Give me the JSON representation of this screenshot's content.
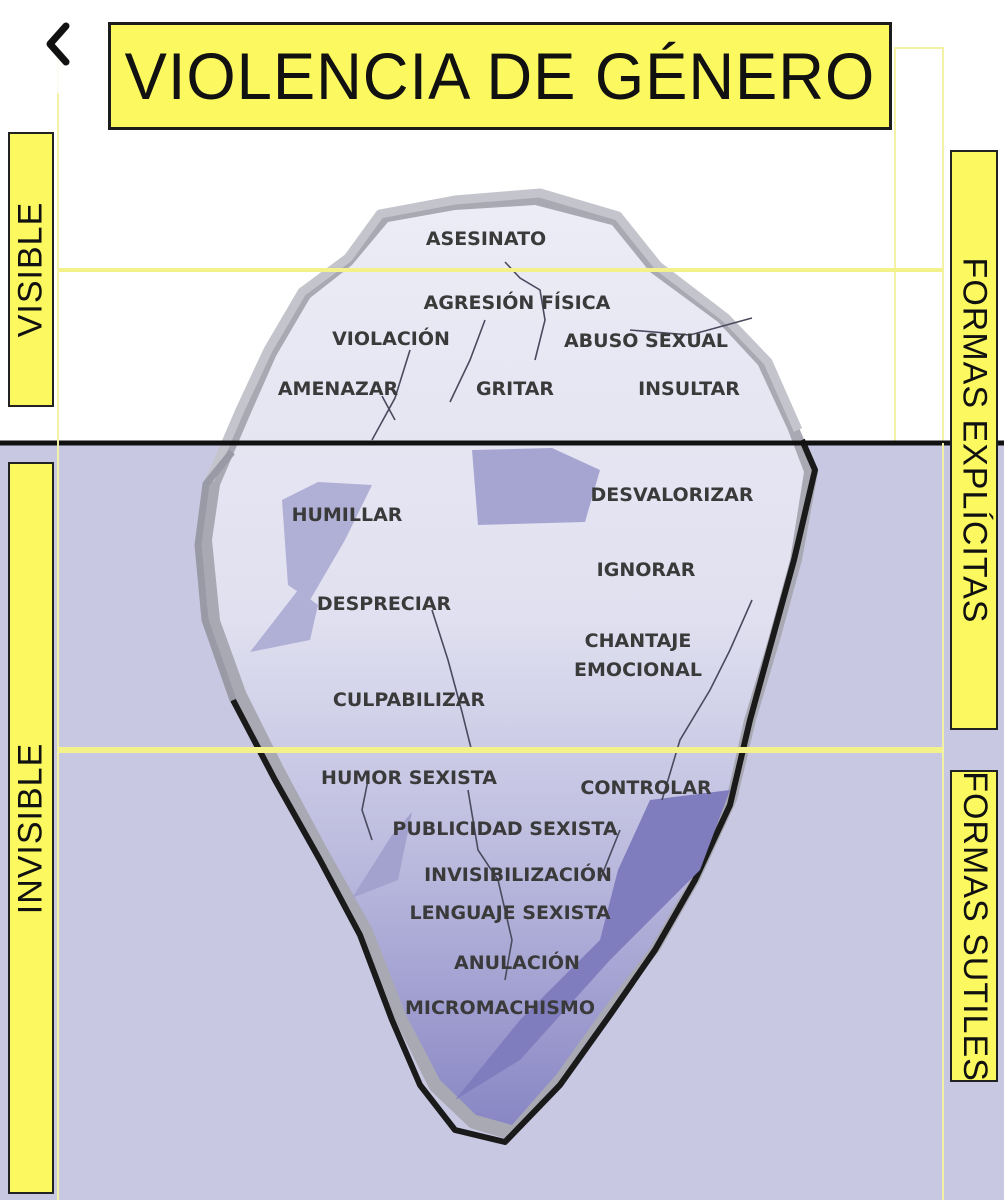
{
  "title": "VIOLENCIA DE GÉNERO",
  "left_labels": {
    "visible": "VISIBLE",
    "invisible": "INVISIBLE"
  },
  "right_labels": {
    "explicit": "FORMAS EXPLÍCITAS",
    "subtle": "FORMAS SUTILES"
  },
  "iceberg": {
    "asesinato": "ASESINATO",
    "agresion_fisica": "AGRESIÓN FÍSICA",
    "violacion": "VIOLACIÓN",
    "abuso_sexual": "ABUSO SEXUAL",
    "amenazar": "AMENAZAR",
    "gritar": "GRITAR",
    "insultar": "INSULTAR",
    "humillar": "HUMILLAR",
    "desvalorizar": "DESVALORIZAR",
    "ignorar": "IGNORAR",
    "despreciar": "DESPRECIAR",
    "chantaje_1": "CHANTAJE",
    "chantaje_2": "EMOCIONAL",
    "culpabilizar": "CULPABILIZAR",
    "humor_sexista": "HUMOR SEXISTA",
    "controlar": "CONTROLAR",
    "publicidad_sexista": "PUBLICIDAD SEXISTA",
    "invisibilizacion": "INVISIBILIZACIÓN",
    "lenguaje_sexista": "LENGUAJE SEXISTA",
    "anulacion": "ANULACIÓN",
    "micromachismo": "MICROMACHISMO"
  },
  "colors": {
    "yellow": "#fbf95f",
    "water": "#c9c8e2",
    "ice_light": "#e8e8f4",
    "ice_deep": "#8a88c4",
    "ink": "#3a3a3a"
  },
  "icons": {
    "back": "chevron-left-icon"
  }
}
